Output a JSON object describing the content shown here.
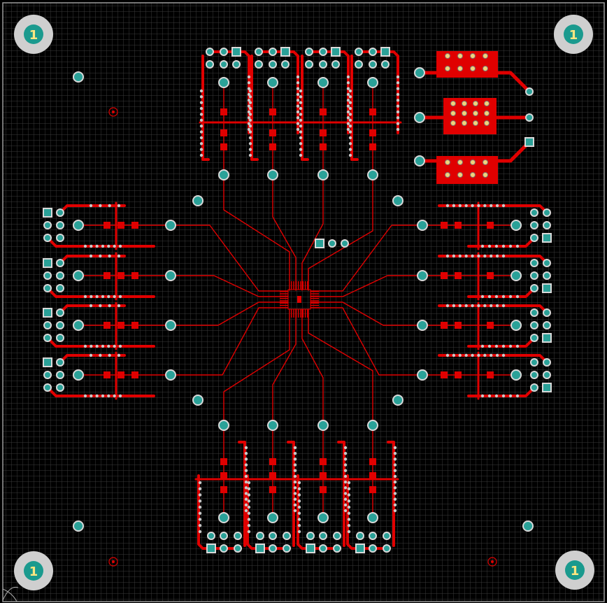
{
  "board": {
    "background": "#000000",
    "grid_color": "#3a3a3a",
    "trace_color": "#e00000",
    "pad_color": "#2aa198",
    "pad_ring_color": "#d8d8d8",
    "hole_color": "#c8c8c8",
    "mounting_hole_ring_color": "#cfcfcf"
  },
  "mounting_holes": [
    {
      "label": "1"
    },
    {
      "label": "1"
    },
    {
      "label": "1"
    },
    {
      "label": "1"
    }
  ]
}
